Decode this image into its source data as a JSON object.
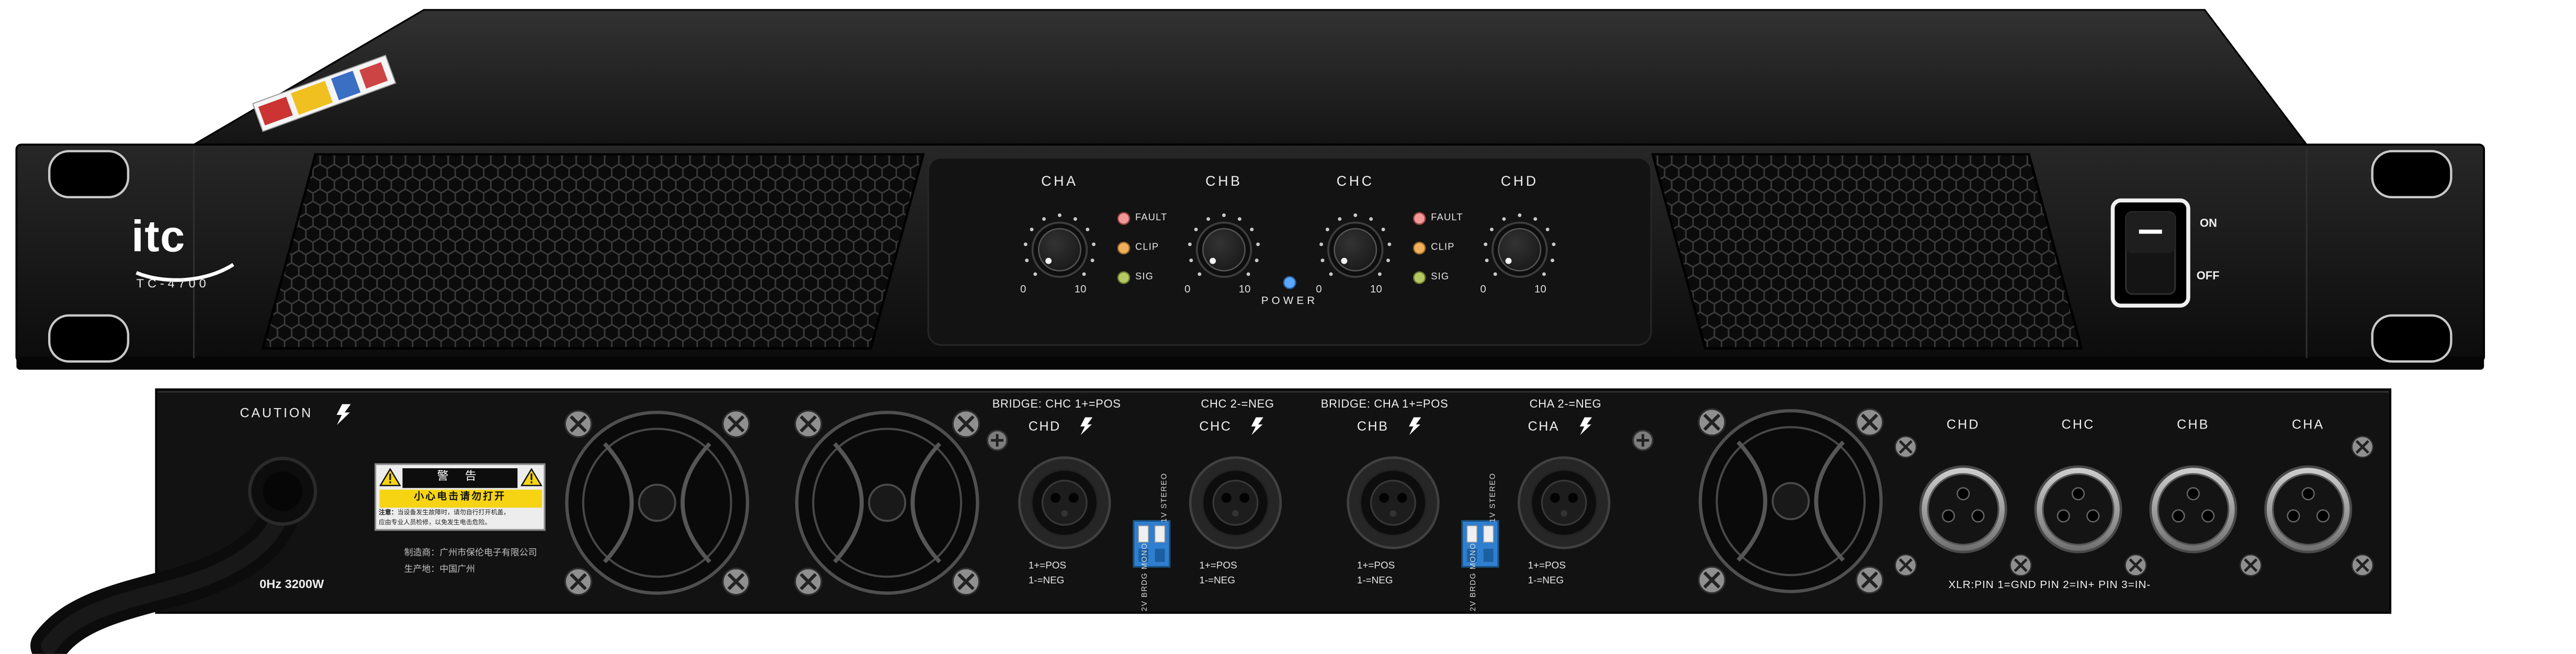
{
  "front": {
    "brand": "itc",
    "model": "TC-4700",
    "channels": [
      "CHA",
      "CHB",
      "CHC",
      "CHD"
    ],
    "knob_scale": {
      "min": "0",
      "max": "10"
    },
    "leds": [
      "FAULT",
      "CLIP",
      "SIG"
    ],
    "power_label": "POWER",
    "power_switch": {
      "on": "ON",
      "off": "OFF"
    }
  },
  "rear": {
    "caution": "CAUTION",
    "power_rating": "0Hz 3200W",
    "warning": {
      "title": "警 告",
      "subtitle": "小心电击请勿打开",
      "note_prefix": "注意：",
      "note_line1": "当设备发生故障时，请勿自行打开机盖，",
      "note_line2": "应由专业人员检修，以免发生电击危险。"
    },
    "manufacturer_line1": "制造商：广州市保伦电子有限公司",
    "manufacturer_line2": "生产地：中国广州",
    "bridge_groups": [
      {
        "label_left": "BRIDGE: CHC 1+=POS",
        "label_right": "CHC 2-=NEG"
      },
      {
        "label_left": "BRIDGE: CHA 1+=POS",
        "label_right": "CHA 2-=NEG"
      }
    ],
    "speakon_channels": [
      {
        "label": "CHD",
        "pos": "1+=POS",
        "neg": "1-=NEG"
      },
      {
        "label": "CHC",
        "pos": "1+=POS",
        "neg": "1-=NEG"
      },
      {
        "label": "CHB",
        "pos": "1+=POS",
        "neg": "1-=NEG"
      },
      {
        "label": "CHA",
        "pos": "1+=POS",
        "neg": "1-=NEG"
      }
    ],
    "dip": {
      "top": "1V STEREO",
      "bottom": "2V BRDG MONO"
    },
    "xlr_channels": [
      "CHD",
      "CHC",
      "CHB",
      "CHA"
    ],
    "xlr_note": "XLR:PIN 1=GND PIN 2=IN+ PIN 3=IN-"
  },
  "colors": {
    "chassis": "#181818",
    "fault_led": "#f19999",
    "clip_led": "#f2b05a",
    "sig_led": "#b5c960",
    "power_led": "#5aa9ff",
    "dip_switch": "#2f7fd0",
    "warning_yellow": "#f6d414"
  }
}
